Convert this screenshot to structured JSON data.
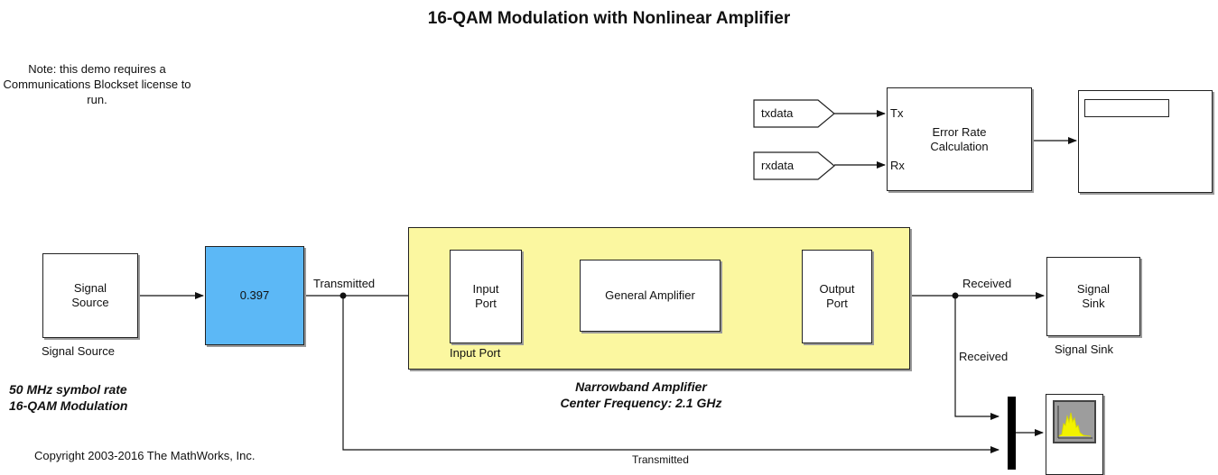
{
  "title": "16-QAM Modulation with Nonlinear Amplifier",
  "note": "Note: this demo requires a Communications Blockset license to run.",
  "blocks": {
    "signal_source": {
      "text": "Signal Source",
      "label": "Signal Source"
    },
    "gain": {
      "value": "0.397"
    },
    "input_port": {
      "text": "Input Port",
      "label": "Input  Port"
    },
    "general_amplifier": {
      "text": "General Amplifier"
    },
    "output_port": {
      "text": "Output Port"
    },
    "signal_sink": {
      "text": "Signal Sink",
      "label": "Signal Sink"
    },
    "error_rate": {
      "text": "Error Rate Calculation",
      "tx_port": "Tx",
      "rx_port": "Rx"
    },
    "txdata": "txdata",
    "rxdata": "rxdata"
  },
  "subsystem": {
    "label_line1": "Narrowband Amplifier",
    "label_line2": "Center Frequency:  2.1 GHz"
  },
  "signals": {
    "transmitted": "Transmitted",
    "received": "Received",
    "received_branch": "Received",
    "transmitted_bottom": "Transmitted"
  },
  "annotation": {
    "line1": "50 MHz symbol rate",
    "line2": "16-QAM Modulation"
  },
  "copyright": "Copyright 2003-2016 The MathWorks, Inc.",
  "colors": {
    "subsystem_fill": "#fbf7a0",
    "gain_fill": "#5cb8f6",
    "scope_screen": "#9d9d9d",
    "spectrum_trace": "#f2f200"
  }
}
